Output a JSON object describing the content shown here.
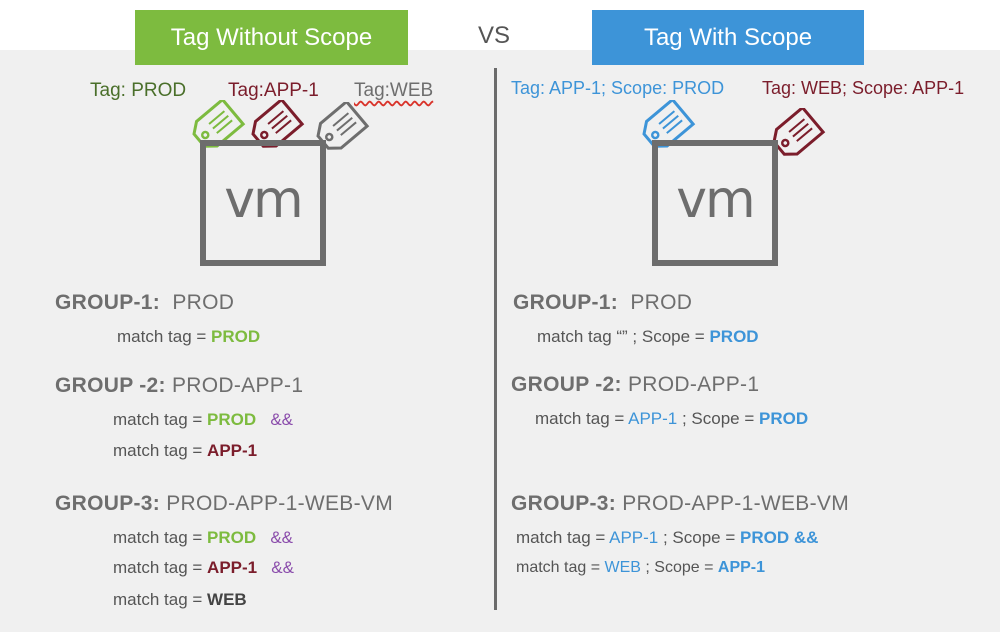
{
  "header": {
    "left_title": "Tag Without Scope",
    "right_title": "Tag With Scope",
    "vs": "VS",
    "colors": {
      "green": "#7dbb3f",
      "blue": "#3d94d8",
      "maroon": "#7b1d2b",
      "gray": "#6e6e6e",
      "purple": "#8a4cab"
    }
  },
  "left": {
    "tags": {
      "prod": "Tag: PROD",
      "app": "Tag:APP-1",
      "web": "Tag:WEB"
    },
    "vm_label": "vm",
    "icons": [
      "tag-icon-green",
      "tag-icon-maroon",
      "tag-icon-gray"
    ],
    "group1": {
      "label": "GROUP-1:",
      "name": "PROD",
      "rule_prefix": "match tag  =",
      "rule_value": "PROD"
    },
    "group2": {
      "label": "GROUP -2:",
      "name": "PROD-APP-1",
      "rule1_prefix": "match tag  =",
      "rule1_value": "PROD",
      "rule1_op": "&&",
      "rule2_prefix": "match tag  =",
      "rule2_value": "APP-1"
    },
    "group3": {
      "label": "GROUP-3:",
      "name": "PROD-APP-1-WEB-VM",
      "rule1_prefix": "match tag  =",
      "rule1_value": "PROD",
      "rule1_op": "&&",
      "rule2_prefix": "match tag  =",
      "rule2_value": "APP-1",
      "rule2_op": "&&",
      "rule3_prefix": "match tag  =",
      "rule3_value": "WEB"
    }
  },
  "right": {
    "tags": {
      "app_scope": "Tag: APP-1; Scope: PROD",
      "web_scope": "Tag: WEB; Scope: APP-1"
    },
    "vm_label": "vm",
    "icons": [
      "tag-icon-blue",
      "tag-icon-maroon"
    ],
    "group1": {
      "label": "GROUP-1:",
      "name": "PROD",
      "rule_prefix": "match tag “” ; Scope =",
      "rule_value": "PROD"
    },
    "group2": {
      "label": "GROUP -2:",
      "name": "PROD-APP-1",
      "rule_prefix": "match tag  =",
      "rule_tag": "APP-1",
      "rule_mid": " ; Scope =",
      "rule_value": "PROD"
    },
    "group3": {
      "label": "GROUP-3:",
      "name": "PROD-APP-1-WEB-VM",
      "rule1_prefix": "match tag  =",
      "rule1_tag": "APP-1",
      "rule1_mid": " ; Scope =",
      "rule1_value": "PROD &&",
      "rule2_prefix": "match tag  =",
      "rule2_tag": "WEB",
      "rule2_mid": " ; Scope =",
      "rule2_value": "APP-1"
    }
  }
}
